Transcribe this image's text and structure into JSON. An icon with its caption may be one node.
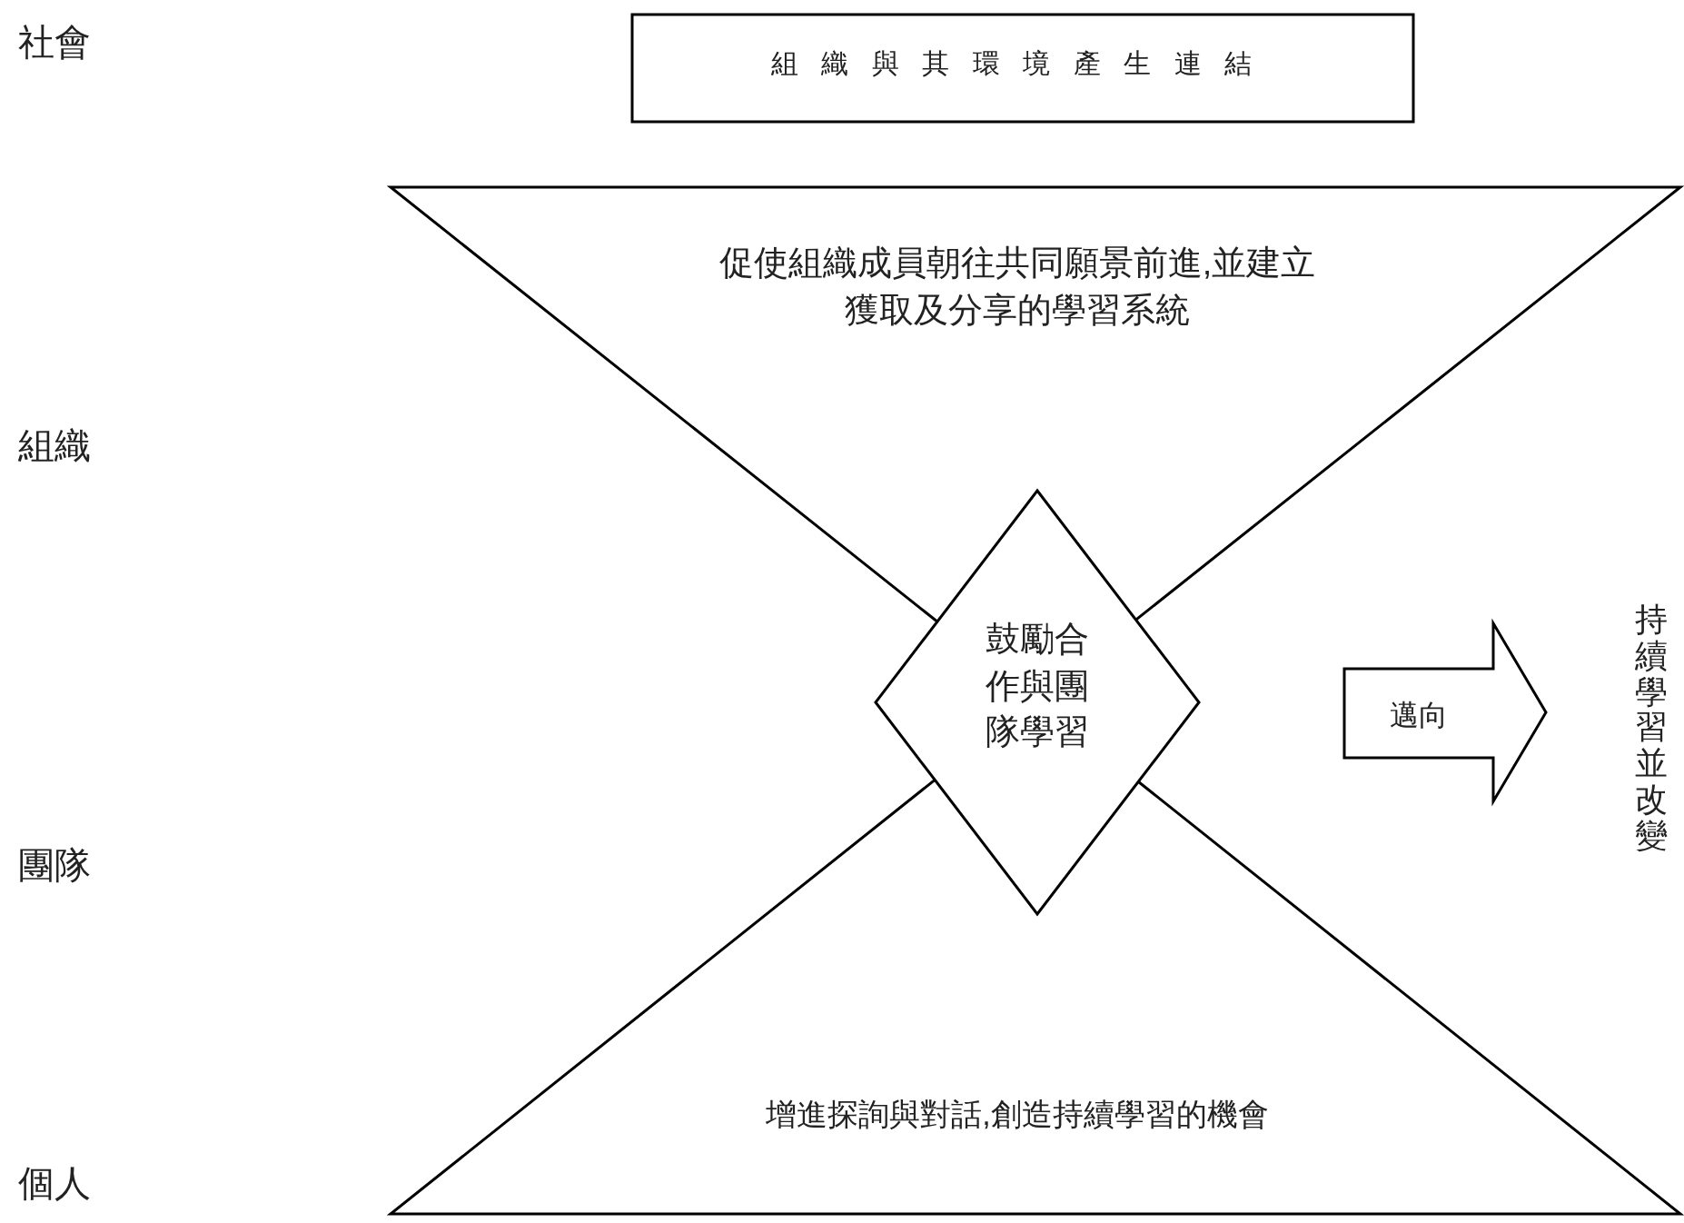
{
  "diagram": {
    "nodes": [
      {
        "text": [
          "組織與其環境產生連結"
        ]
      },
      {
        "text": [
          "促使組織成員朝往共同願景前進,並建立獲取及分享的學習系統"
        ]
      },
      {
        "text": [
          "增進探詢與對話,創造持續學習的機會"
        ]
      },
      {
        "text": [
          "鼓勵合作與團隊學習"
        ]
      },
      {
        "text": [
          "邁向"
        ]
      }
    ],
    "labels": [
      "社會",
      "組織",
      "團隊",
      "個人",
      "持續學習並改變"
    ]
  }
}
